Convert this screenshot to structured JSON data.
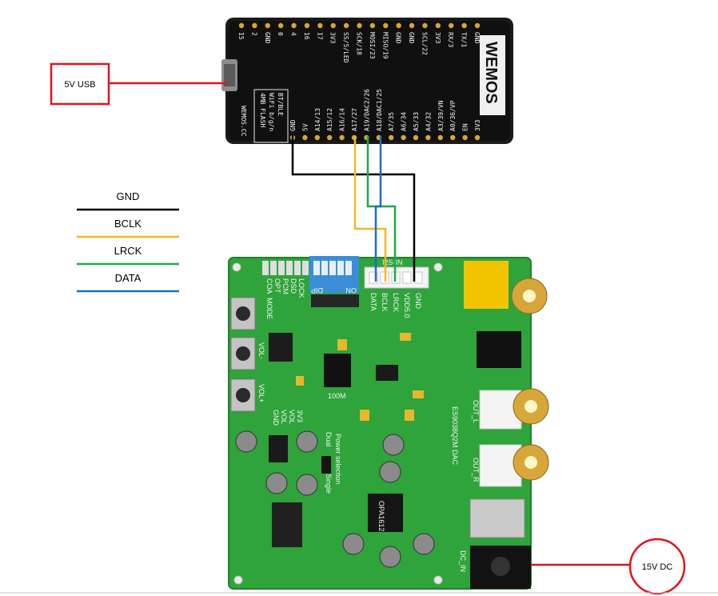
{
  "labels": {
    "usb": "5V USB",
    "dc": "15V DC"
  },
  "legend": [
    {
      "label": "GND",
      "color": "#000000"
    },
    {
      "label": "BCLK",
      "color": "#f5b821"
    },
    {
      "label": "LRCK",
      "color": "#1fa84b"
    },
    {
      "label": "DATA",
      "color": "#1f6fbf"
    }
  ],
  "wemos": {
    "brand": "WEMOS",
    "footer": "WEMOS.CC",
    "top_pins": [
      "15",
      "2",
      "GND",
      "0",
      "4",
      "16",
      "17",
      "3V3",
      "SS/5/LED",
      "SCK/18",
      "MOSI/23",
      "MISO/19",
      "GND",
      "GND",
      "SCL/22",
      "3V3",
      "RX/3",
      "TX/1",
      "GND"
    ],
    "bottom_pins": [
      "GND",
      "5V",
      "A14/13",
      "A15/12",
      "A16/14",
      "A17/27",
      "A19/DAC2/26",
      "A18/DAC1/25",
      "A7/35",
      "A6/34",
      "A5/33",
      "A4/32",
      "A3/39/VN",
      "A0/36/VP",
      "EN",
      "3V3"
    ],
    "features": [
      "4MB FLASH",
      "WiFi b/g/n",
      "BT/BLE"
    ]
  },
  "dac": {
    "title": "ES9038Q2M DAC",
    "i2s_header": "I2S-IN",
    "i2s_pins": [
      "DATA",
      "BCLK",
      "LRCK",
      "VDD5.0",
      "GND"
    ],
    "indicators": [
      "LOCK",
      "DSD",
      "PCM",
      "OPT",
      "COA"
    ],
    "mode": "MODE",
    "dip": "DIP",
    "dip_on": "ON",
    "buttons": [
      "VOL-",
      "VOL+"
    ],
    "ir_pins": [
      "3V3",
      "VOL",
      "VOL",
      "GND"
    ],
    "power_selection": "Power selection",
    "power_dual": "Dual",
    "power_single": "Single",
    "crystal": "100M",
    "out_l": "OUT_L",
    "out_r": "OUT_R",
    "dc_in": "DC_IN",
    "opamp": "OPA1612"
  },
  "colors": {
    "usb_line": "#e0141a",
    "board_black": "#151515",
    "pcb_green": "#2ea43a"
  }
}
